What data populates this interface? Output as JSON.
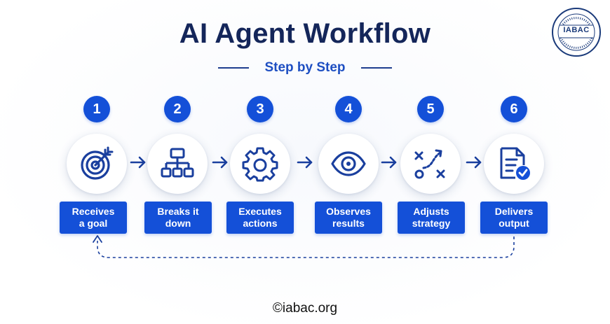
{
  "header": {
    "title": "AI Agent Workflow",
    "subtitle": "Step by Step"
  },
  "logo": {
    "text": "IABAC"
  },
  "steps": [
    {
      "number": "1",
      "label": "Receives\na goal",
      "icon": "target-icon"
    },
    {
      "number": "2",
      "label": "Breaks it\ndown",
      "icon": "hierarchy-icon"
    },
    {
      "number": "3",
      "label": "Executes\nactions",
      "icon": "gear-icon"
    },
    {
      "number": "4",
      "label": "Observes\nresults",
      "icon": "eye-icon"
    },
    {
      "number": "5",
      "label": "Adjusts\nstrategy",
      "icon": "strategy-icon"
    },
    {
      "number": "6",
      "label": "Delivers\noutput",
      "icon": "document-check-icon"
    }
  ],
  "footer": {
    "copyright": "©iabac.org"
  },
  "colors": {
    "primary": "#1450d8",
    "title": "#14265a",
    "icon": "#1a3f9e"
  }
}
